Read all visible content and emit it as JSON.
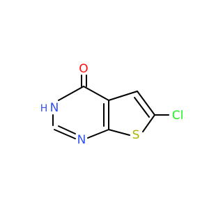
{
  "molecule": {
    "atoms": {
      "oxygen": "O",
      "nh": "N",
      "nh_h": "H",
      "n": "N",
      "s": "S",
      "cl": "Cl"
    },
    "colors": {
      "bond": "#000000",
      "oxygen": "#ff0d0d",
      "nitrogen": "#3050f8",
      "sulfur": "#b2b200",
      "chlorine": "#1ff01f"
    }
  }
}
